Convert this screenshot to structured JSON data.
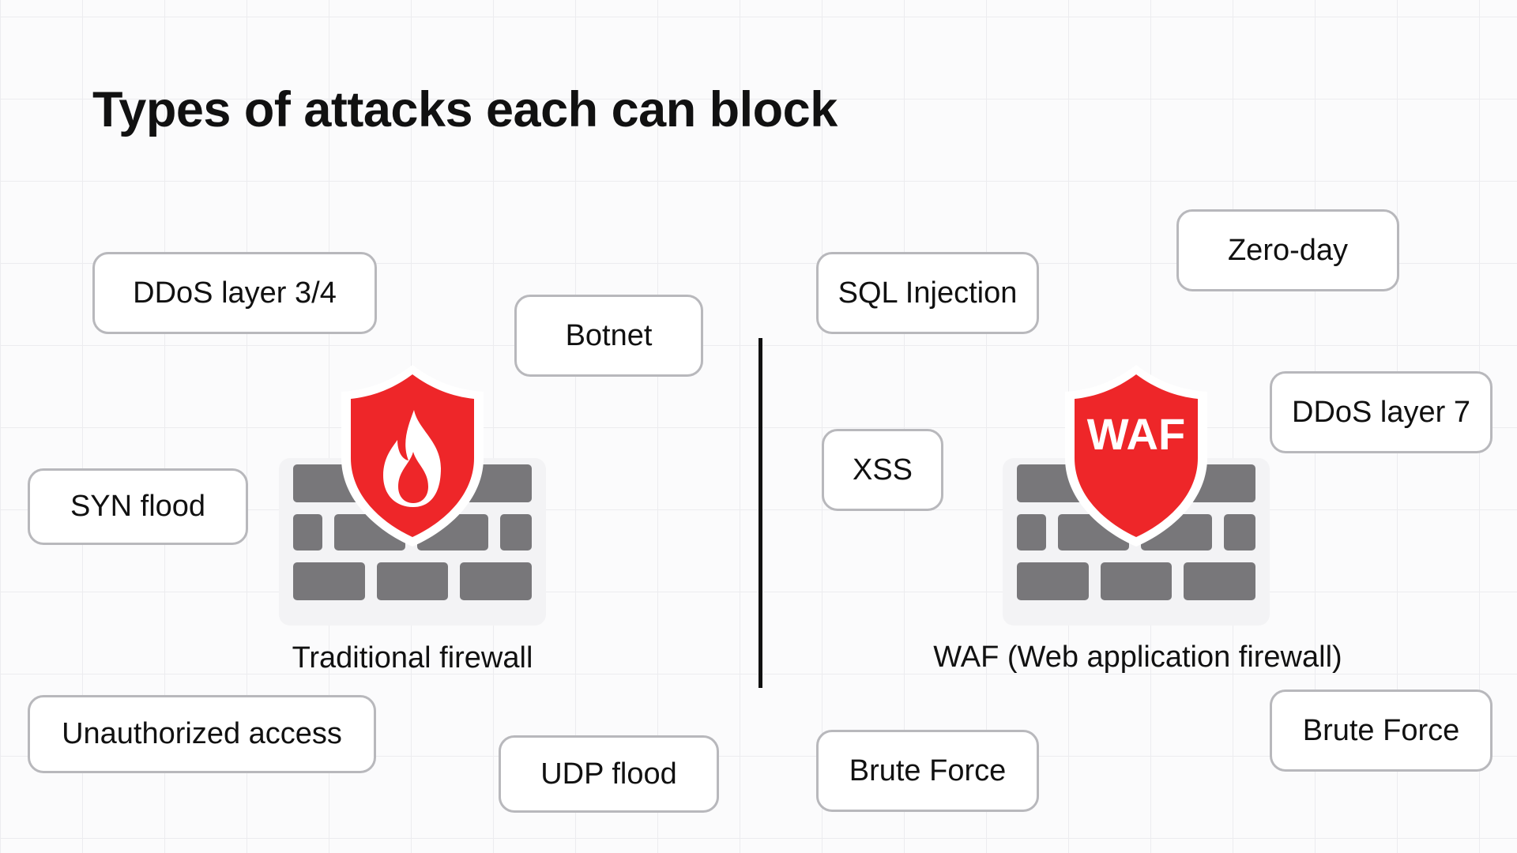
{
  "title": "Types of attacks each can block",
  "colors": {
    "shield_red": "#ee2629",
    "brick_gray": "#78777a",
    "pill_border": "#b8b8bc"
  },
  "left": {
    "caption": "Traditional firewall",
    "icon": "firewall-flame-shield-icon",
    "attacks": {
      "ddos_l34": "DDoS layer 3/4",
      "botnet": "Botnet",
      "syn_flood": "SYN flood",
      "unauthorized": "Unauthorized access",
      "udp_flood": "UDP flood"
    }
  },
  "right": {
    "caption": "WAF (Web application firewall)",
    "icon": "waf-shield-icon",
    "shield_text": "WAF",
    "attacks": {
      "sql": "SQL Injection",
      "zero_day": "Zero-day",
      "xss": "XSS",
      "ddos_l7": "DDoS layer 7",
      "brute_force_bottom": "Brute Force",
      "brute_force_right": "Brute Force"
    }
  }
}
